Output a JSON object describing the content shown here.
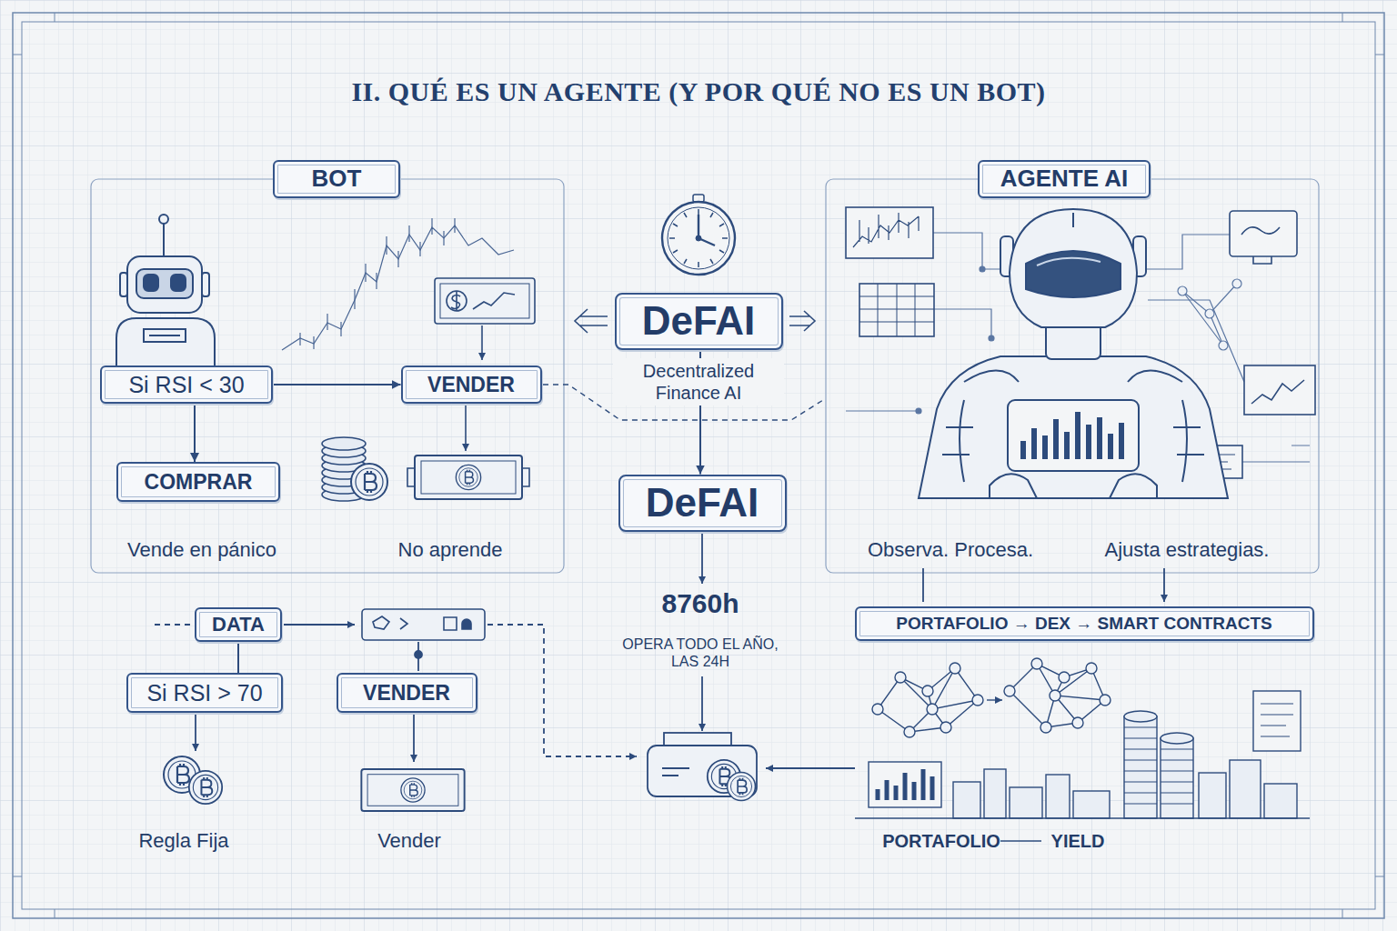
{
  "diagram": {
    "title": "II. QUÉ ES UN AGENTE (Y POR QUÉ NO ES UN BOT)",
    "nodes": [
      {
        "text": [
          "BOT"
        ]
      },
      {
        "text": [
          "Si RSI < 30"
        ]
      },
      {
        "text": [
          "VENDER"
        ]
      },
      {
        "text": [
          "COMPRAR"
        ]
      },
      {
        "text": [
          "DeFAI"
        ]
      },
      {
        "text": [
          "DeFAI"
        ]
      },
      {
        "text": [
          "AGENTE AI"
        ]
      },
      {
        "text": [
          "DATA"
        ]
      },
      {
        "text": [
          "Si RSI > 70"
        ]
      },
      {
        "text": [
          "VENDER"
        ]
      },
      {
        "text": [
          "PORTAFOLIO → DEX → SMART CONTRACTS"
        ]
      }
    ],
    "edges": [
      {
        "from": 1,
        "to": 2,
        "arrow": "to"
      },
      {
        "from": 1,
        "to": 3,
        "arrow": "to"
      },
      {
        "from": 4,
        "to": 5,
        "arrow": "to"
      },
      {
        "from": 7,
        "to": 8,
        "arrow": "none"
      }
    ],
    "labels": [
      "Vende en pánico",
      "No aprende",
      "Decentralized Finance AI",
      "8760h",
      "OPERA TODO EL AÑO, LAS 24H",
      "Observa. Procesa.",
      "Ajusta estrategias.",
      "Regla Fija",
      "Vender",
      "PORTAFOLIO",
      "YIELD"
    ]
  }
}
